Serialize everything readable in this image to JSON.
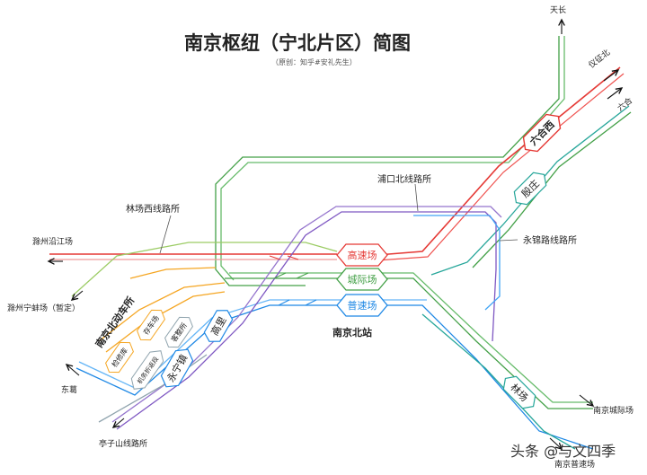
{
  "title": "南京枢纽（宁北片区）简图",
  "subtitle": "（原创：知乎#安礼先生）",
  "watermark": "头条 @与文四季",
  "labels": {
    "tianchang": "天长",
    "yizheng_north": "仪征北",
    "liuhe": "六合",
    "liuhexi": "六合西",
    "yinzhuang": "殷庄",
    "pukou_north_line": "浦口北线路所",
    "linchang_west_line": "林场西线路所",
    "yongjin_road_line": "永锦路线路所",
    "chuzhou_yanjiang": "滁州沿江场",
    "chuzhou_ningbeng": "滁州宁蚌场（暂定）",
    "donge": "东葛",
    "tingzishan": "亭子山线路所",
    "nanjing_north_emu": "南京北动车所",
    "maintenance": "检修库",
    "storage": "存车场",
    "passenger_yard": "客整所",
    "loco_turn": "机务折返段",
    "gaoli": "高里",
    "yongning": "永宁镇",
    "gaosu_yard": "高速场",
    "chengji_yard": "城际场",
    "pusu_yard": "普速场",
    "nanjing_north_station": "南京北站",
    "linchang": "林场",
    "nanjing_intercity_yard": "南京城际场",
    "nanjing_normal_yard": "南京普速场"
  },
  "colors": {
    "high_speed": "#e53935",
    "intercity": "#43a047",
    "normal": "#1e88e5",
    "freight": "#7e57c2",
    "depot": "#f5a623",
    "light_green": "#9ccc65",
    "teal": "#26a69a"
  }
}
